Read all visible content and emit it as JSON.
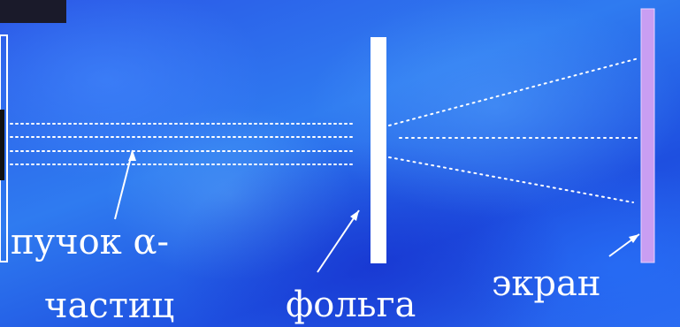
{
  "labels": {
    "beam_line1": "пучок α-",
    "beam_line2": "частиц",
    "foil": "фольга",
    "screen": "экран"
  },
  "colors": {
    "foil": "#ffffff",
    "screen": "#c99ef2",
    "source": "#111111",
    "dots": "#ffffff"
  }
}
